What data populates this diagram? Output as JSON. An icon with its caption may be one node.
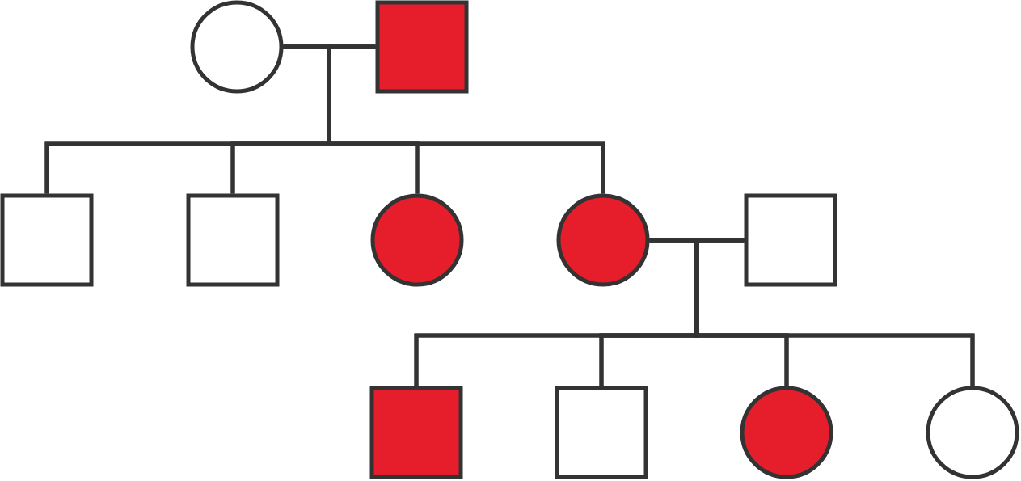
{
  "diagram": {
    "nodes": [
      {
        "text": [],
        "shape": "circle"
      },
      {
        "text": [],
        "shape": "box"
      },
      {
        "text": [],
        "shape": "box"
      },
      {
        "text": [],
        "shape": "box"
      },
      {
        "text": [],
        "shape": "circle"
      },
      {
        "text": [],
        "shape": "circle"
      },
      {
        "text": [],
        "shape": "box"
      },
      {
        "text": [],
        "shape": "box"
      },
      {
        "text": [],
        "shape": "box"
      },
      {
        "text": [],
        "shape": "circle"
      },
      {
        "text": [],
        "shape": "circle"
      }
    ],
    "edges": [
      {
        "from": 0,
        "to": 1,
        "arrow": "none"
      },
      {
        "from": 0,
        "to": 2,
        "arrow": "none"
      },
      {
        "from": 1,
        "to": 2,
        "arrow": "none"
      },
      {
        "from": 0,
        "to": 3,
        "arrow": "none"
      },
      {
        "from": 1,
        "to": 3,
        "arrow": "none"
      },
      {
        "from": 0,
        "to": 4,
        "arrow": "none"
      },
      {
        "from": 1,
        "to": 4,
        "arrow": "none"
      },
      {
        "from": 0,
        "to": 5,
        "arrow": "none"
      },
      {
        "from": 1,
        "to": 5,
        "arrow": "none"
      },
      {
        "from": 5,
        "to": 6,
        "arrow": "none"
      },
      {
        "from": 5,
        "to": 7,
        "arrow": "none"
      },
      {
        "from": 6,
        "to": 7,
        "arrow": "none"
      },
      {
        "from": 5,
        "to": 8,
        "arrow": "none"
      },
      {
        "from": 6,
        "to": 8,
        "arrow": "none"
      },
      {
        "from": 5,
        "to": 9,
        "arrow": "none"
      },
      {
        "from": 6,
        "to": 9,
        "arrow": "none"
      },
      {
        "from": 5,
        "to": 10,
        "arrow": "none"
      },
      {
        "from": 6,
        "to": 10,
        "arrow": "none"
      }
    ]
  }
}
